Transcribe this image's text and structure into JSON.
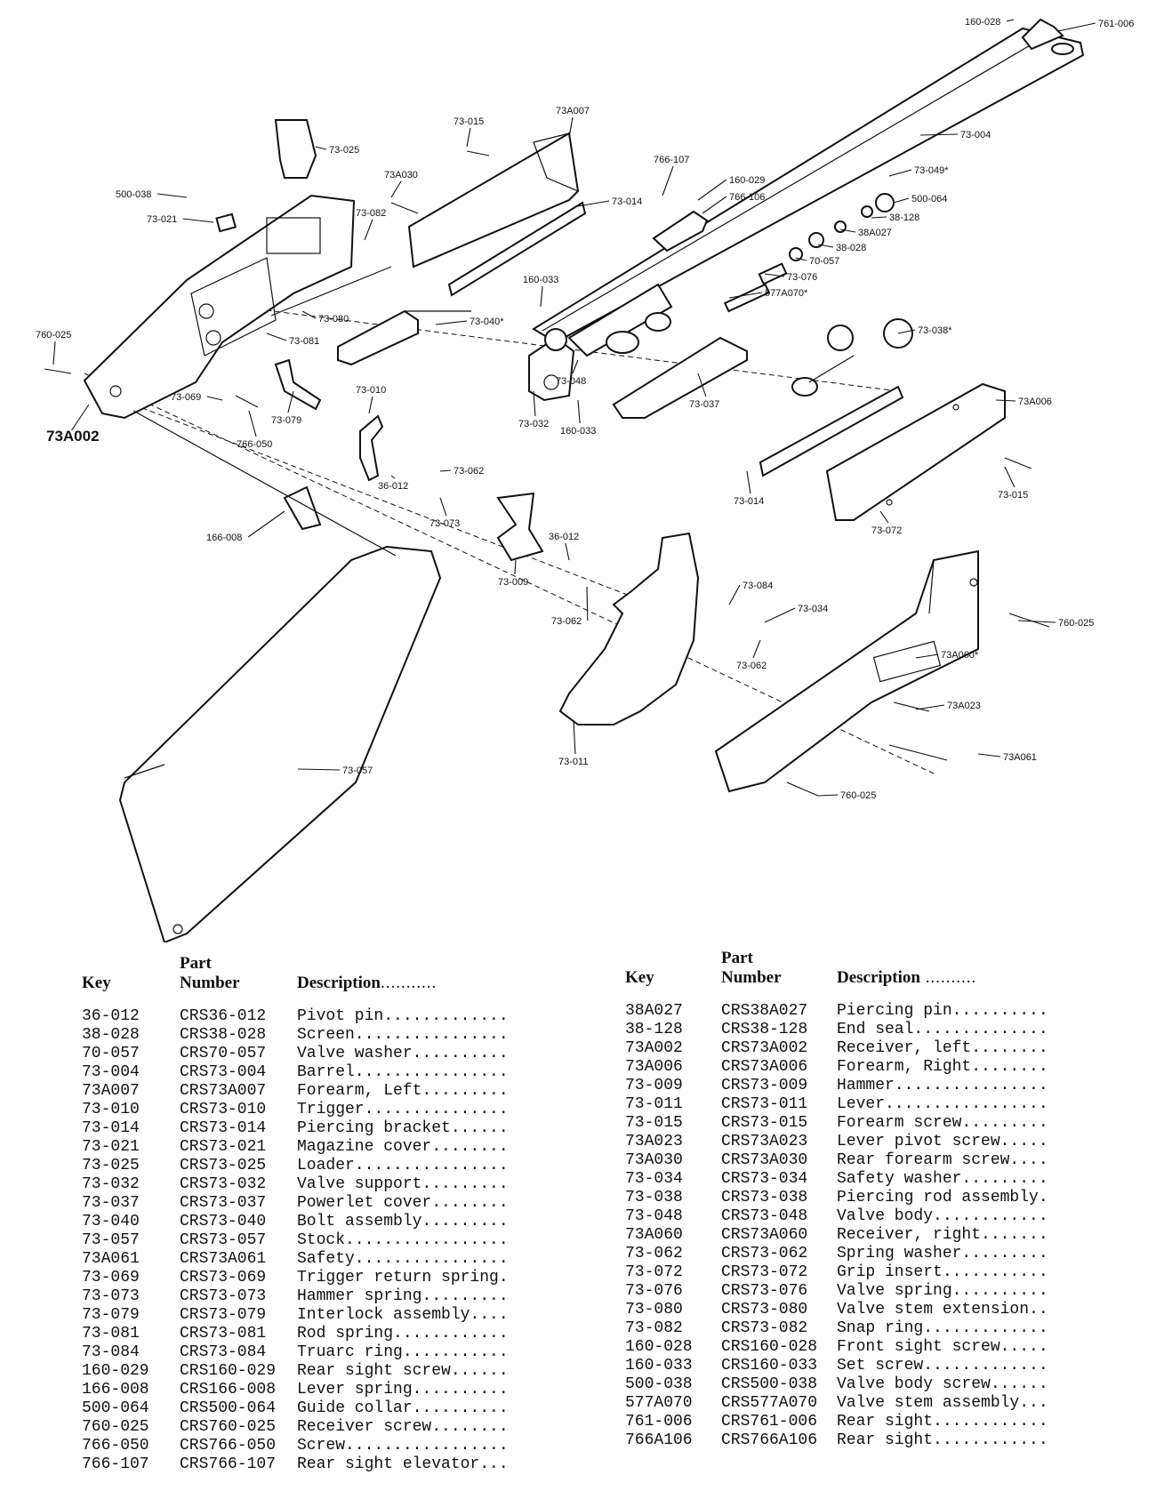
{
  "diagram": {
    "callouts": [
      "160-028",
      "761-006",
      "73-004",
      "73-015",
      "73A007",
      "73-025",
      "73A030",
      "500-038",
      "73-021",
      "73-082",
      "73-014",
      "766-107",
      "160-029",
      "766-106",
      "73-049*",
      "500-064",
      "38-128",
      "38A027",
      "38-028",
      "70-057",
      "73-076",
      "577A070*",
      "160-033",
      "73-040*",
      "73-080",
      "73-081",
      "760-025",
      "73A002",
      "73-069",
      "766-050",
      "73-079",
      "73-010",
      "73-062",
      "36-012",
      "73-073",
      "73-032",
      "160-033",
      "73-048",
      "73-037",
      "73-038*",
      "73A006",
      "73-014",
      "73-015",
      "73-072",
      "166-008",
      "73-009",
      "36-012",
      "73-062",
      "73-084",
      "73-034",
      "73-062",
      "760-025",
      "73A060*",
      "73A023",
      "73A061",
      "73-011",
      "73-057",
      "760-025"
    ]
  },
  "table": {
    "headers": {
      "key": "Key",
      "part_line1": "Part",
      "part_line2": "Number",
      "description": "Description"
    },
    "left_rows": [
      [
        "36-012",
        "CRS36-012",
        "Pivot pin"
      ],
      [
        "38-028",
        "CRS38-028",
        "Screen"
      ],
      [
        "70-057",
        "CRS70-057",
        "Valve washer"
      ],
      [
        "73-004",
        "CRS73-004",
        "Barrel"
      ],
      [
        "73A007",
        "CRS73A007",
        "Forearm, Left"
      ],
      [
        "73-010",
        "CRS73-010",
        "Trigger"
      ],
      [
        "73-014",
        "CRS73-014",
        "Piercing bracket"
      ],
      [
        "73-021",
        "CRS73-021",
        "Magazine cover"
      ],
      [
        "73-025",
        "CRS73-025",
        "Loader"
      ],
      [
        "73-032",
        "CRS73-032",
        "Valve support"
      ],
      [
        "73-037",
        "CRS73-037",
        "Powerlet cover"
      ],
      [
        "73-040",
        "CRS73-040",
        "Bolt assembly"
      ],
      [
        "73-057",
        "CRS73-057",
        "Stock"
      ],
      [
        "73A061",
        "CRS73A061",
        "Safety"
      ],
      [
        "73-069",
        "CRS73-069",
        "Trigger return spring"
      ],
      [
        "73-073",
        "CRS73-073",
        "Hammer spring"
      ],
      [
        "73-079",
        "CRS73-079",
        "Interlock assembly"
      ],
      [
        "73-081",
        "CRS73-081",
        "Rod spring"
      ],
      [
        "73-084",
        "CRS73-084",
        "Truarc ring"
      ],
      [
        "160-029",
        "CRS160-029",
        "Rear sight screw"
      ],
      [
        "166-008",
        "CRS166-008",
        "Lever spring"
      ],
      [
        "500-064",
        "CRS500-064",
        "Guide collar"
      ],
      [
        "760-025",
        "CRS760-025",
        "Receiver screw"
      ],
      [
        "766-050",
        "CRS766-050",
        "Screw"
      ],
      [
        "766-107",
        "CRS766-107",
        "Rear sight elevator"
      ]
    ],
    "right_rows": [
      [
        "38A027",
        "CRS38A027",
        "Piercing pin"
      ],
      [
        "38-128",
        "CRS38-128",
        "End seal"
      ],
      [
        "73A002",
        "CRS73A002",
        "Receiver, left"
      ],
      [
        "73A006",
        "CRS73A006",
        "Forearm, Right"
      ],
      [
        "73-009",
        "CRS73-009",
        "Hammer"
      ],
      [
        "73-011",
        "CRS73-011",
        "Lever"
      ],
      [
        "73-015",
        "CRS73-015",
        "Forearm screw"
      ],
      [
        "73A023",
        "CRS73A023",
        "Lever pivot screw"
      ],
      [
        "73A030",
        "CRS73A030",
        "Rear forearm screw"
      ],
      [
        "73-034",
        "CRS73-034",
        "Safety washer"
      ],
      [
        "73-038",
        "CRS73-038",
        "Piercing rod assembly"
      ],
      [
        "73-048",
        "CRS73-048",
        "Valve body"
      ],
      [
        "73A060",
        "CRS73A060",
        "Receiver, right"
      ],
      [
        "73-062",
        "CRS73-062",
        "Spring washer"
      ],
      [
        "73-072",
        "CRS73-072",
        "Grip insert"
      ],
      [
        "73-076",
        "CRS73-076",
        "Valve spring"
      ],
      [
        "73-080",
        "CRS73-080",
        "Valve stem extension"
      ],
      [
        "73-082",
        "CRS73-082",
        "Snap ring"
      ],
      [
        "160-028",
        "CRS160-028",
        "Front sight screw"
      ],
      [
        "160-033",
        "CRS160-033",
        "Set screw"
      ],
      [
        "500-038",
        "CRS500-038",
        "Valve body screw"
      ],
      [
        "577A070",
        "CRS577A070",
        "Valve stem assembly"
      ],
      [
        "761-006",
        "CRS761-006",
        "Rear sight"
      ],
      [
        "766A106",
        "CRS766A106",
        "Rear sight"
      ]
    ]
  }
}
